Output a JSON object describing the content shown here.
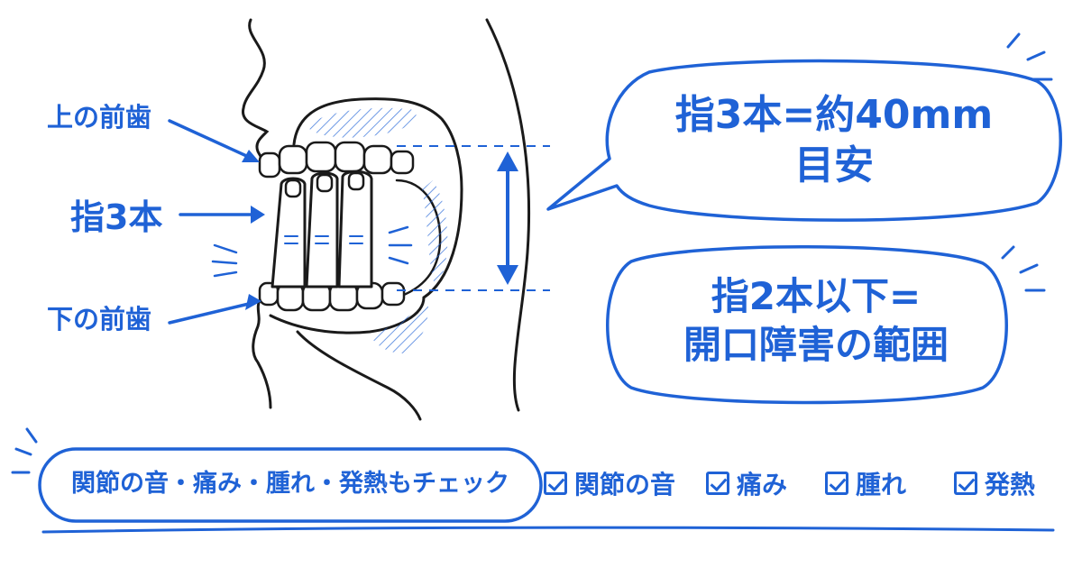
{
  "labels": {
    "upper_teeth": "上の前歯",
    "three_fingers": "指3本",
    "lower_teeth": "下の前歯"
  },
  "bubbles": {
    "top_line1": "指3本=約40mm",
    "top_line2": "目安",
    "bottom_line1": "指2本以下=",
    "bottom_line2": "開口障害の範囲"
  },
  "pill": "関節の音・痛み・腫れ・発熱もチェック",
  "checklist": [
    {
      "label": "関節の音"
    },
    {
      "label": "痛み"
    },
    {
      "label": "腫れ"
    },
    {
      "label": "発熱"
    }
  ],
  "colors": {
    "accent": "#1f62d6",
    "line": "#1a1a1a"
  }
}
